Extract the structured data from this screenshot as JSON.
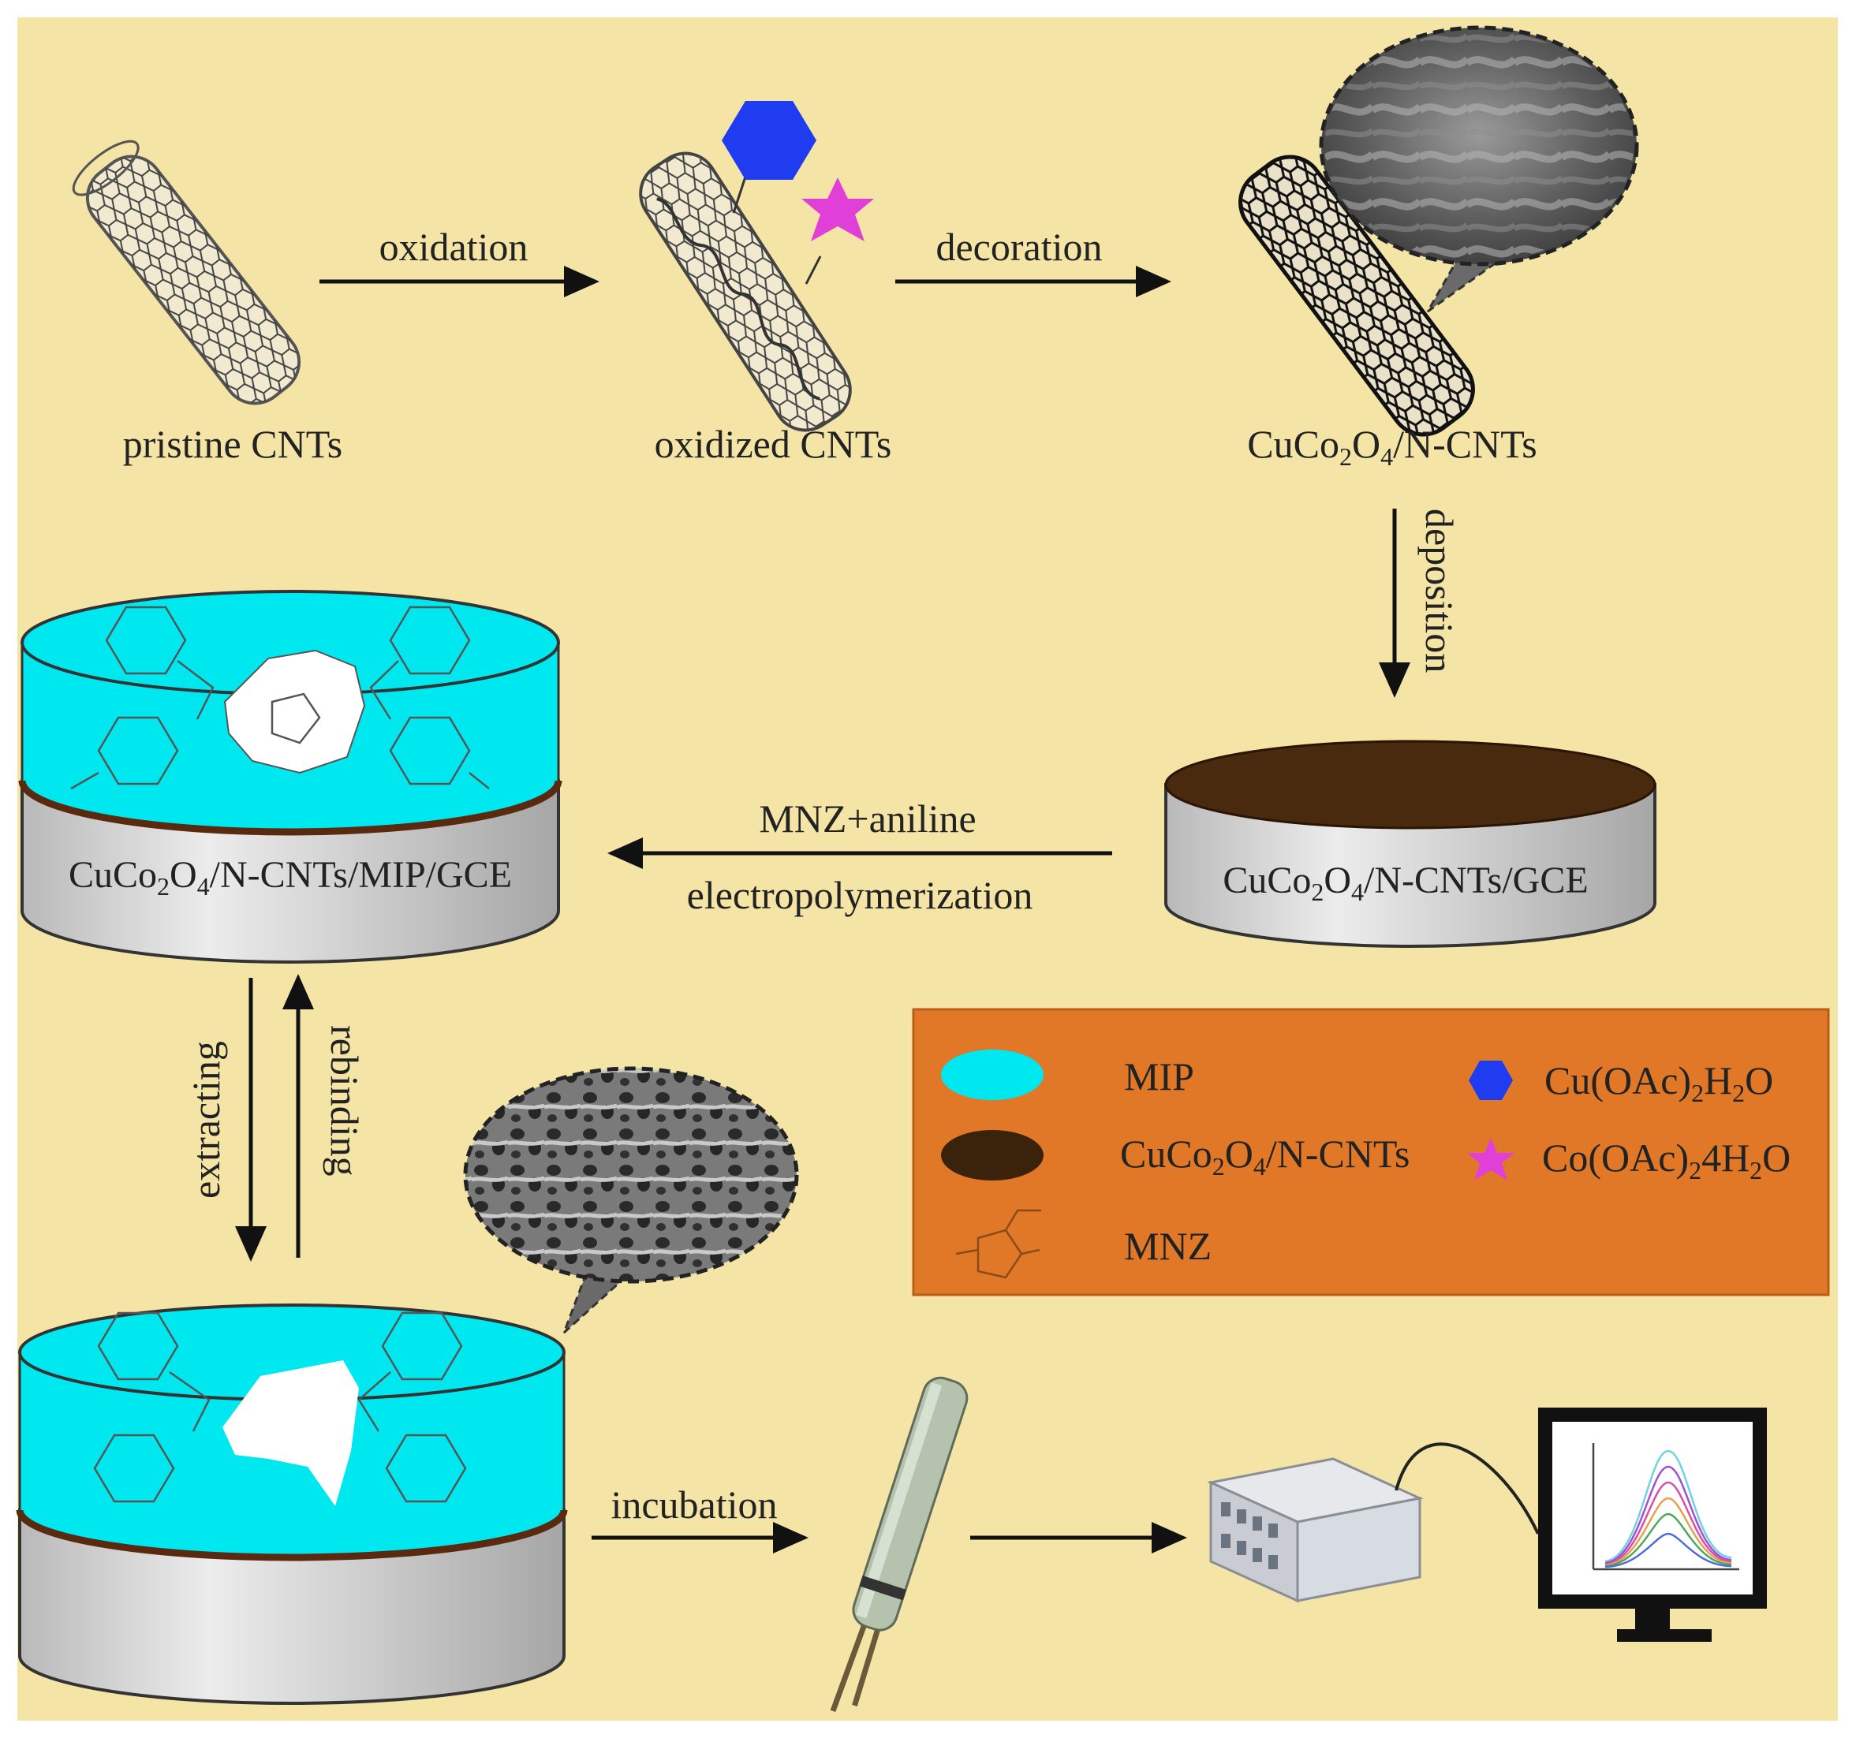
{
  "labels": {
    "pristine": "pristine CNTs",
    "oxidized": "oxidized CNTs",
    "decorated_base": "CuCo",
    "decorated_sub1": "2",
    "decorated_mid": "O",
    "decorated_sub2": "4",
    "decorated_tail": "/N-CNTs",
    "gce_tail": "/N-CNTs/GCE",
    "mip_tail": "/N-CNTs/MIP/GCE"
  },
  "arrows": {
    "oxidation": "oxidation",
    "decoration": "decoration",
    "deposition": "deposition",
    "monomers": "MNZ+aniline",
    "electropolymerization": "electropolymerization",
    "extracting": "extracting",
    "rebinding": "rebinding",
    "incubation": "incubation"
  },
  "legend": {
    "mip": "MIP",
    "cnt_base": "CuCo",
    "cnt_sub1": "2",
    "cnt_mid": "O",
    "cnt_sub2": "4",
    "cnt_tail": "/N-CNTs",
    "mnz": "MNZ",
    "cu_base": "Cu(OAc)",
    "cu_sub1": "2",
    "cu_mid": "H",
    "cu_sub2": "2",
    "cu_tail": "O",
    "co_base": "Co(OAc)",
    "co_sub1": "2",
    "co_mid": "4H",
    "co_sub2": "2",
    "co_tail": "O"
  },
  "colors": {
    "background": "#f4e4a6",
    "mip": "#00e8ef",
    "cnt_layer": "#4a2a0e",
    "legend_box": "#e07828",
    "hexagon": "#1f3cf0",
    "star": "#e040d8"
  }
}
